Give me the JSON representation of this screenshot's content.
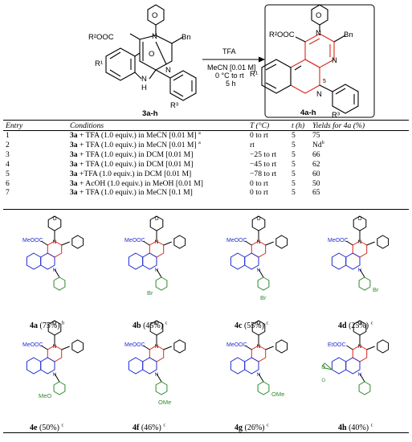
{
  "scheme": {
    "reactant_label": "3a-h",
    "product_label": "4a-h",
    "reagent": "TFA",
    "conditions": [
      "MeCN [0.01 M]",
      "0 °C to rt",
      "5 h"
    ],
    "substituents": {
      "ester": "R²OOC",
      "bn": "Bn",
      "r1": "R¹",
      "r3": "R³",
      "nh": "N",
      "h": "H",
      "o": "O",
      "n": "N",
      "pos5": "5"
    }
  },
  "table": {
    "headers": [
      "Entry",
      "Conditions",
      "T (°C)",
      "t (h)",
      "Yields for 4a (%)"
    ],
    "rows": [
      {
        "entry": "1",
        "cpd": "3a",
        "cond": " + TFA (1.0 equiv.) in MeCN [0.01 M] ",
        "note": "a",
        "temp": "0 to rt",
        "time": "5",
        "yield": "75",
        "ynote": ""
      },
      {
        "entry": "2",
        "cpd": "3a",
        "cond": " + TFA (1.0 equiv.) in MeCN [0.01 M] ",
        "note": "a",
        "temp": "rt",
        "time": "5",
        "yield": "Nd",
        "ynote": "b"
      },
      {
        "entry": "3",
        "cpd": "3a",
        "cond": " + TFA (1.0 equiv.) in DCM [0.01 M]",
        "note": "",
        "temp": "−25 to rt",
        "time": "5",
        "yield": "66",
        "ynote": ""
      },
      {
        "entry": "4",
        "cpd": "3a",
        "cond": " + TFA (1.0 equiv.) in DCM [0.01 M]",
        "note": "",
        "temp": "−45 to rt",
        "time": "5",
        "yield": "62",
        "ynote": ""
      },
      {
        "entry": "5",
        "cpd": "3a",
        "cond": " +TFA (1.0 equiv.) in DCM [0.01 M]",
        "note": "",
        "temp": "−78 to rt",
        "time": "5",
        "yield": "60",
        "ynote": ""
      },
      {
        "entry": "6",
        "cpd": "3a",
        "cond": " + AcOH (1.0 equiv.) in MeOH [0.01 M]",
        "note": "",
        "temp": "0 to rt",
        "time": "5",
        "yield": "50",
        "ynote": ""
      },
      {
        "entry": "7",
        "cpd": "3a",
        "cond": " + TFA (1.0 equiv.) in MeCN [0.1 M]",
        "note": "",
        "temp": "0 to rt",
        "time": "5",
        "yield": "65",
        "ynote": ""
      }
    ]
  },
  "products": [
    {
      "id": "4a",
      "yield": "(75%)",
      "note": "b",
      "ester": "MeOOC",
      "sub": ""
    },
    {
      "id": "4b",
      "yield": "(45%)",
      "note": "c",
      "ester": "MeOOC",
      "sub": "Br"
    },
    {
      "id": "4c",
      "yield": "(55%)",
      "note": "c",
      "ester": "MeOOC",
      "sub": "Br"
    },
    {
      "id": "4d",
      "yield": "(25%)",
      "note": "c",
      "ester": "MeOOC",
      "sub": "Br"
    },
    {
      "id": "4e",
      "yield": "(50%)",
      "note": "c",
      "ester": "MeOOC",
      "sub": "MeO"
    },
    {
      "id": "4f",
      "yield": "(46%)",
      "note": "c",
      "ester": "MeOOC",
      "sub": "OMe"
    },
    {
      "id": "4g",
      "yield": "(26%)",
      "note": "c",
      "ester": "MeOOC",
      "sub": "OMe"
    },
    {
      "id": "4h",
      "yield": "(40%)",
      "note": "c",
      "ester": "EtOOC",
      "sub": ""
    }
  ],
  "colors": {
    "red": "#d9261c",
    "blue": "#1f2bd0",
    "green": "#2e8b2e",
    "black": "#000000"
  }
}
